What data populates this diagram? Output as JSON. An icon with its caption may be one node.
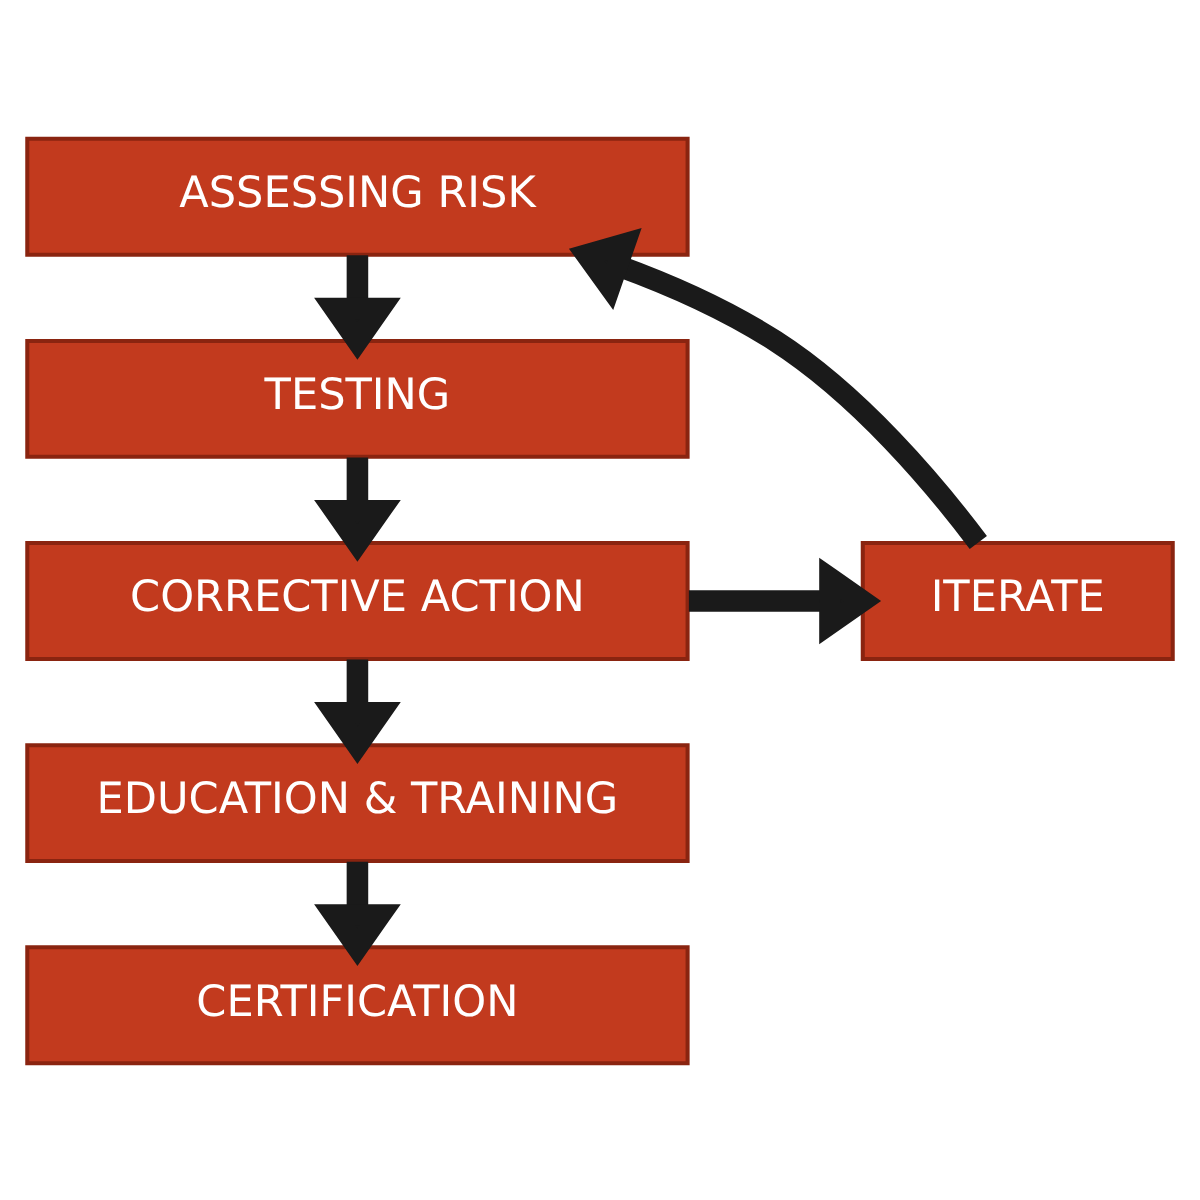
{
  "diagram": {
    "nodes": [
      {
        "text": [
          "ASSESSING RISK"
        ]
      },
      {
        "text": [
          "TESTING"
        ]
      },
      {
        "text": [
          "CORRECTIVE ACTION"
        ]
      },
      {
        "text": [
          "EDUCATION & TRAINING"
        ]
      },
      {
        "text": [
          "CERTIFICATION"
        ]
      },
      {
        "text": [
          "ITERATE"
        ]
      }
    ],
    "edges": [
      {
        "from": 0,
        "to": 1,
        "arrow": "to"
      },
      {
        "from": 1,
        "to": 2,
        "arrow": "to"
      },
      {
        "from": 2,
        "to": 5,
        "arrow": "to"
      },
      {
        "from": 2,
        "to": 3,
        "arrow": "to"
      },
      {
        "from": 3,
        "to": 4,
        "arrow": "to"
      },
      {
        "from": 5,
        "to": 0,
        "arrow": "to"
      }
    ]
  }
}
